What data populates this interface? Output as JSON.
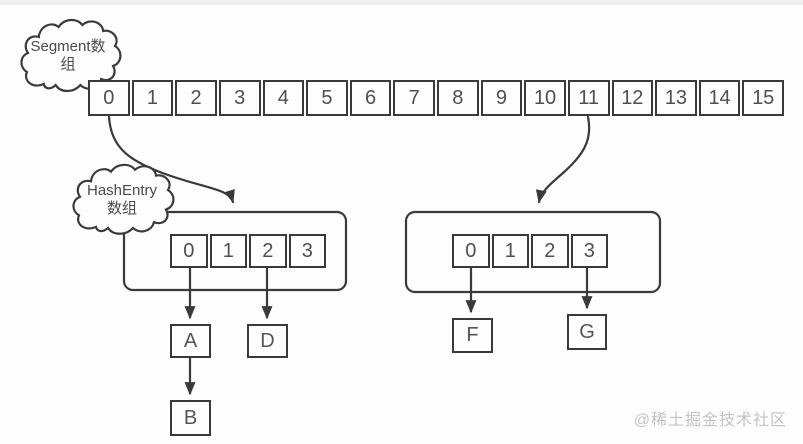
{
  "diagram": {
    "segment_cloud": {
      "line1": "Segment数",
      "line2": "组"
    },
    "hashentry_cloud": {
      "line1": "HashEntry",
      "line2": "数组"
    },
    "segment_array": {
      "cells": [
        "0",
        "1",
        "2",
        "3",
        "4",
        "5",
        "6",
        "7",
        "8",
        "9",
        "10",
        "11",
        "12",
        "13",
        "14",
        "15"
      ]
    },
    "hashentry_array_1": {
      "cells": [
        "0",
        "1",
        "2",
        "3"
      ]
    },
    "hashentry_array_2": {
      "cells": [
        "0",
        "1",
        "2",
        "3"
      ]
    },
    "nodes": {
      "a": "A",
      "b": "B",
      "d": "D",
      "f": "F",
      "g": "G"
    },
    "edges": [
      {
        "from": "segment-cell-0",
        "to": "hashentry-array-1"
      },
      {
        "from": "segment-cell-11",
        "to": "hashentry-array-2"
      },
      {
        "from": "hashentry1-cell-0",
        "to": "node-a"
      },
      {
        "from": "hashentry1-cell-2",
        "to": "node-d"
      },
      {
        "from": "node-a",
        "to": "node-b"
      },
      {
        "from": "hashentry2-cell-0",
        "to": "node-f"
      },
      {
        "from": "hashentry2-cell-3",
        "to": "node-g"
      }
    ]
  },
  "watermark": "@稀土掘金技术社区",
  "colors": {
    "stroke": "#3a3a3a",
    "text": "#4f4f4f",
    "watermark": "#c4c4c4",
    "background": "#fdfdfd"
  }
}
